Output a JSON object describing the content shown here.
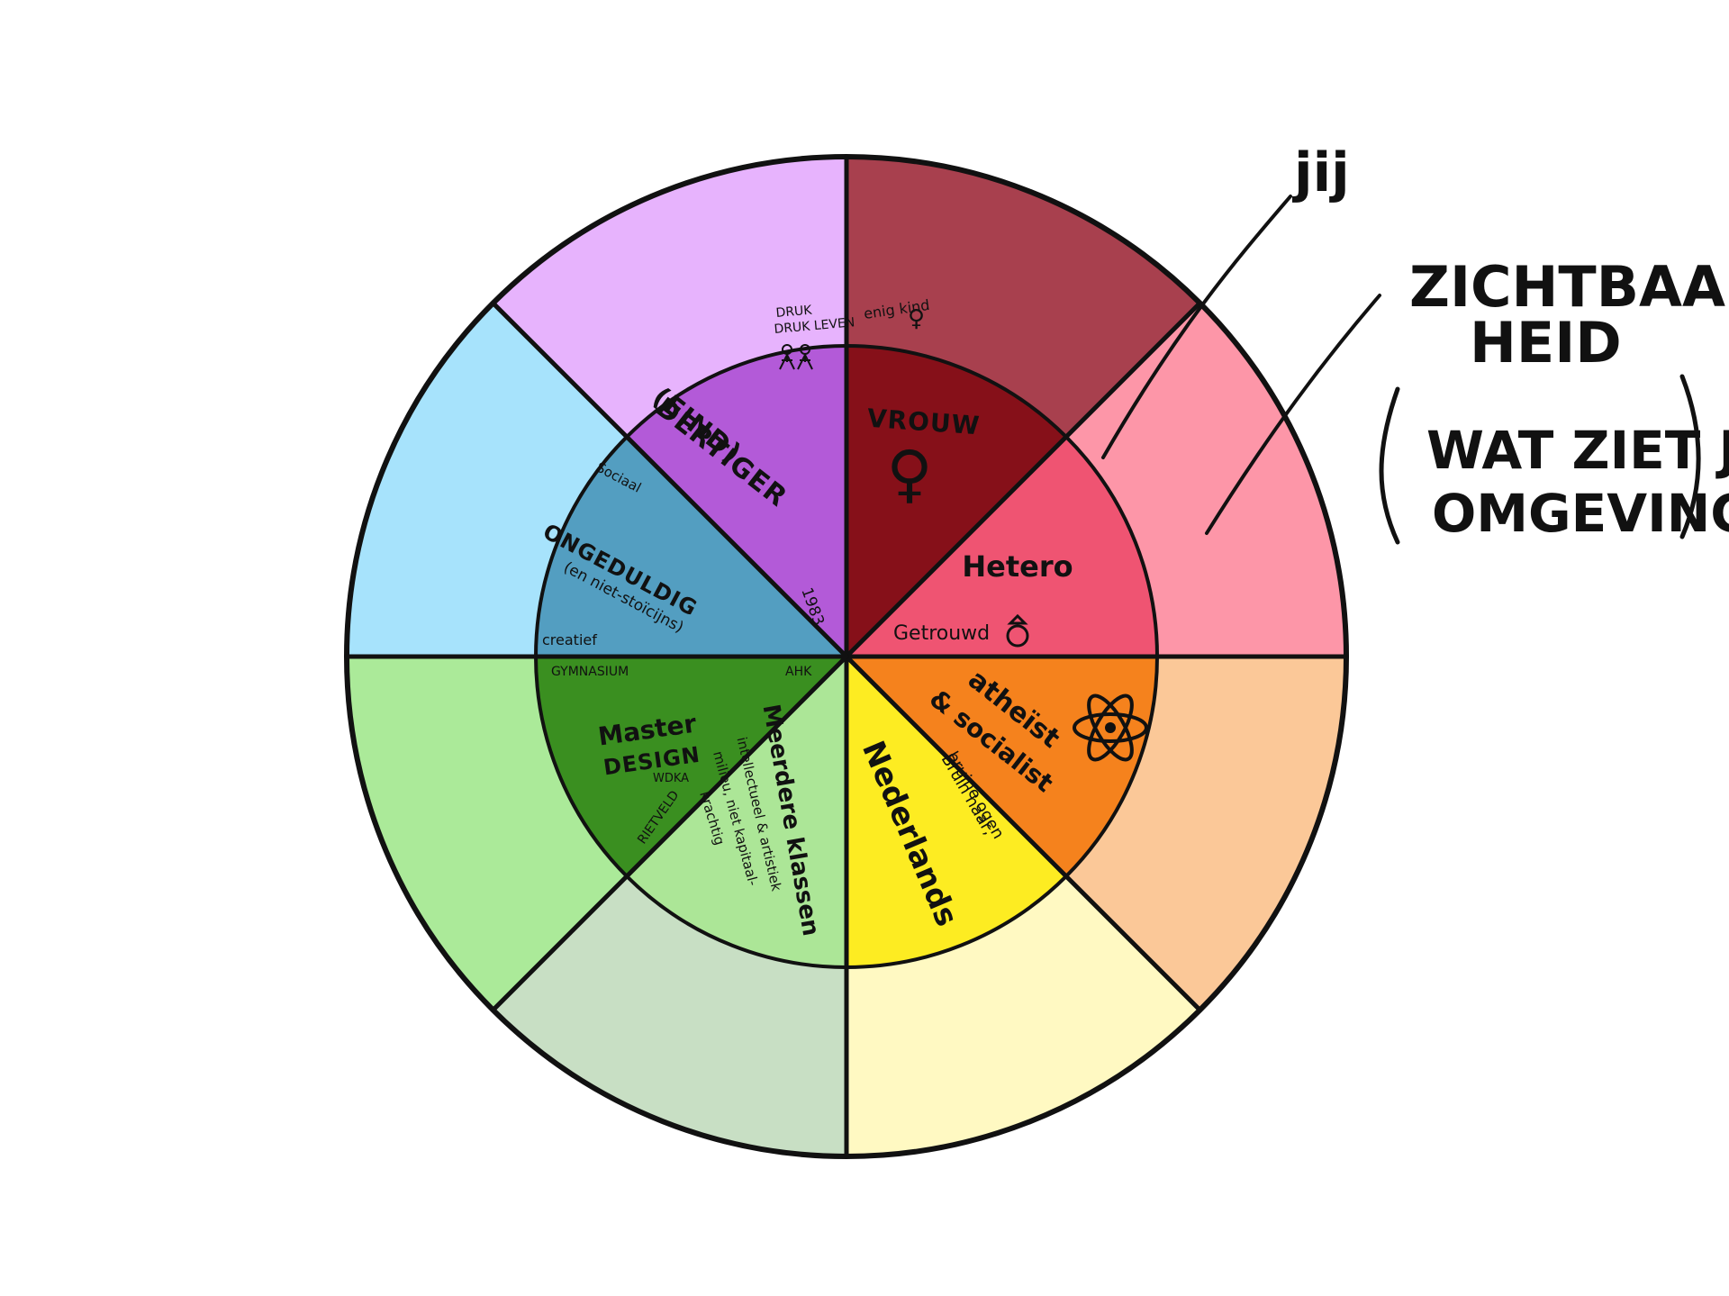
{
  "wheel": {
    "segments": [
      {
        "id": "gender",
        "inner_color": "#861019",
        "outer_color": "#A8404E",
        "labels": {
          "main": "VROUW",
          "symbol": "♀",
          "note": "enig kind"
        }
      },
      {
        "id": "sexuality",
        "inner_color": "#EF5472",
        "outer_color": "#FD96A8",
        "labels": {
          "main": "Hetero",
          "note": "Getrouwd"
        }
      },
      {
        "id": "belief",
        "inner_color": "#F5821D",
        "outer_color": "#FBC898",
        "labels": {
          "main1": "atheïst",
          "main2": "& socialist"
        }
      },
      {
        "id": "origin",
        "inner_color": "#FDEC22",
        "outer_color": "#FFF9C2",
        "labels": {
          "main": "Nederlands",
          "note1": "Bruin haar,",
          "note2": "bruine ogen"
        }
      },
      {
        "id": "class",
        "inner_color": "#ACE697",
        "outer_color": "#C8DFC4",
        "labels": {
          "main": "Meerdere klassen",
          "note1": "intellectueel & artistiek",
          "note2": "milieu, niet kapitaal-",
          "note3": "krachtig"
        }
      },
      {
        "id": "education",
        "inner_color": "#3A8F20",
        "outer_color": "#ABEA99",
        "labels": {
          "main1": "Master",
          "main2": "DESIGN",
          "sub": "WDKA",
          "note_top": "GYMNASIUM",
          "note_right": "AHK",
          "note_bottom": "RIETVELD"
        }
      },
      {
        "id": "character",
        "inner_color": "#539EC1",
        "outer_color": "#A7E3FC",
        "labels": {
          "main": "ONGEDULDIG",
          "sub": "(en niet-stoïcijns)",
          "note_top": "Sociaal",
          "note_bottom": "creatief"
        }
      },
      {
        "id": "age",
        "inner_color": "#B35AD8",
        "outer_color": "#E7B3FD",
        "labels": {
          "main1": "(EIND)",
          "main2": "DERTIGER",
          "note_top": "DRUK LEVEN",
          "note_bottom": "1983"
        }
      }
    ]
  },
  "annotations": {
    "jij": "jij",
    "zicht_line1": "ZICHTBAAR-",
    "zicht_line2": "HEID",
    "zicht_line3": "WAT ZIET JE",
    "zicht_line4": "OMGEVING?"
  },
  "colors": {
    "stroke": "#111111",
    "background": "#FFFFFF"
  }
}
